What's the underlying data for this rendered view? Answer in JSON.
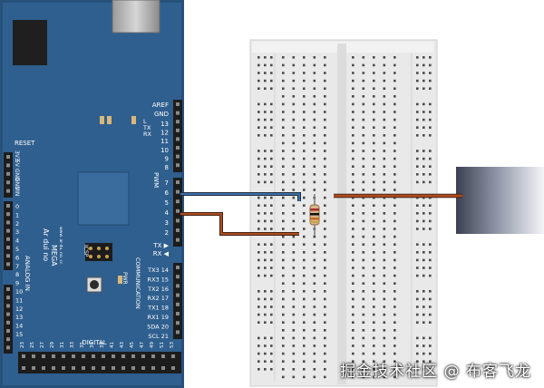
{
  "board": {
    "name_line1": "Ar dui no",
    "name_line2": "MEGA",
    "name_small": "www. ar du. no. cc",
    "aref": "AREF",
    "gnd": "GND",
    "digital_top": [
      "13",
      "12",
      "11",
      "10",
      "9",
      "8"
    ],
    "pwm_pins": [
      "7",
      "6",
      "5",
      "4",
      "3",
      "2"
    ],
    "tx_arrow": "TX ▶",
    "rx_arrow": "RX ◀",
    "pwm_label": "PWM",
    "comm_pins": [
      "TX3 14",
      "RX3 15",
      "TX2 16",
      "RX2 17",
      "TX1 18",
      "RX1 19",
      "SDA 20",
      "SCL 21"
    ],
    "communication": "COMMUNICATION",
    "reset": "RESET",
    "power_pins": [
      "3V3",
      "5V",
      "GND",
      "GND",
      "VIN"
    ],
    "analog_label": "ANALOG IN",
    "analog_pins": [
      "0",
      "1",
      "2",
      "3",
      "4",
      "5",
      "6",
      "7",
      "8",
      "9",
      "10",
      "11",
      "12",
      "13",
      "14",
      "15"
    ],
    "digital_label": "DIGITAL",
    "led_l": "L",
    "led_tx": "TX",
    "led_rx": "RX",
    "pwr": "PWR",
    "icsp": "ICSP",
    "bottom_pins": [
      "23",
      "25",
      "27",
      "29",
      "31",
      "33",
      "35",
      "37",
      "39",
      "41",
      "43",
      "45",
      "47",
      "49",
      "51",
      "53"
    ]
  },
  "colors": {
    "board": "#2f5f8e",
    "wire_blue": "#3a6fa8",
    "wire_red": "#b24a1c",
    "wire_dark": "#1a1a1a"
  },
  "watermark": "掘金技术社区 @ 布客飞龙"
}
